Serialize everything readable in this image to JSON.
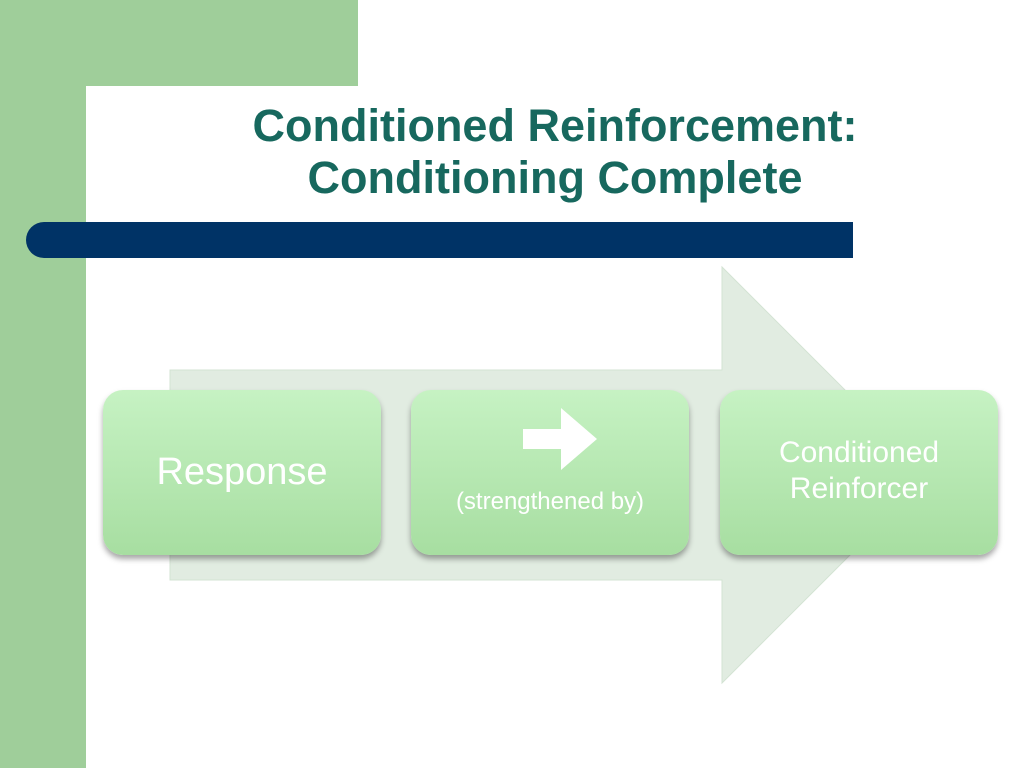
{
  "slide": {
    "title_line1": "Conditioned Reinforcement:",
    "title_line2": "Conditioning Complete"
  },
  "diagram": {
    "steps": [
      {
        "label": "Response"
      },
      {
        "icon": "right-arrow-icon",
        "label": "(strengthened by)"
      },
      {
        "label_line1": "Conditioned",
        "label_line2": "Reinforcer"
      }
    ]
  },
  "colors": {
    "title": "#17685e",
    "accent_green": "#9fce9a",
    "title_bar": "#003366",
    "box_top": "#c6f2c3",
    "box_bottom": "#a7dea1",
    "big_arrow": "#e1ece1"
  }
}
